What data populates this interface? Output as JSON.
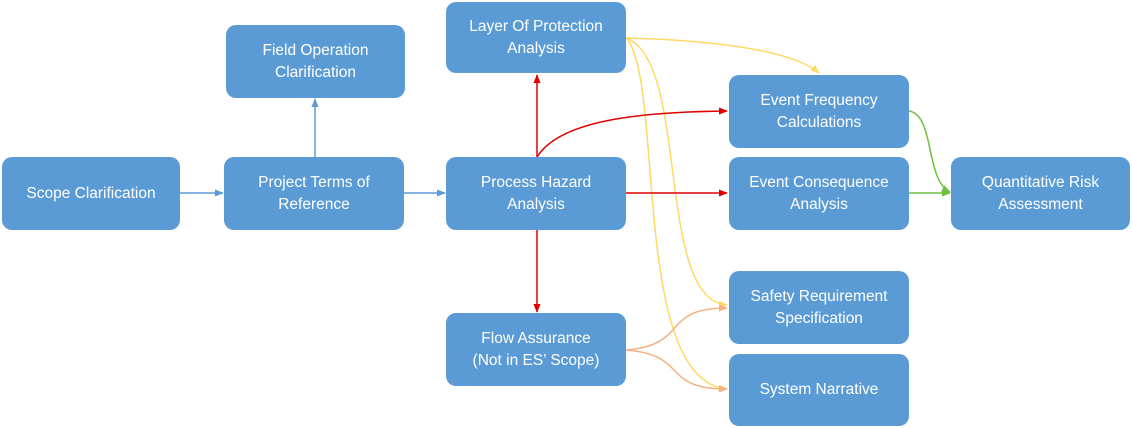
{
  "nodes": {
    "scope": "Scope Clarification",
    "ptr": "Project Terms of\nReference",
    "foc": "Field Operation\nClarification",
    "pha": "Process Hazard\nAnalysis",
    "lopa": "Layer Of Protection\nAnalysis",
    "fa": "Flow Assurance\n(Not in ES’ Scope)",
    "efc": "Event Frequency\nCalculations",
    "eca": "Event Consequence\nAnalysis",
    "sre": "Safety Requirement\nSpecification",
    "sn": "System Narrative",
    "qra": "Quantitative Risk\nAssessment"
  },
  "colors": {
    "node_fill": "#5b9bd5",
    "node_text": "#ffffff",
    "arrow_blue": "#5b9bd5",
    "arrow_red": "#e00000",
    "arrow_yellow": "#ffd966",
    "arrow_orange": "#f4b183",
    "arrow_green": "#70c040"
  }
}
